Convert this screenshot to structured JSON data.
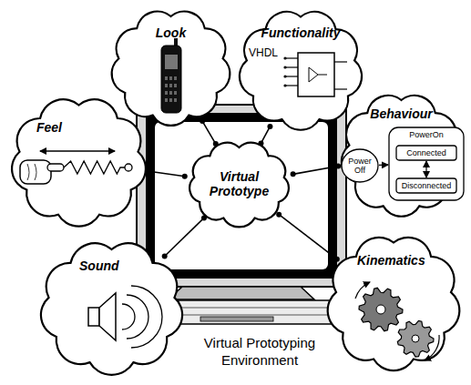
{
  "diagram": {
    "caption": "Virtual Prototyping Environment",
    "nodes": [
      {
        "text": [
          "Look"
        ]
      },
      {
        "text": [
          "Functionality",
          "VHDL"
        ]
      },
      {
        "text": [
          "Feel"
        ]
      },
      {
        "text": [
          "Virtual Prototype"
        ]
      },
      {
        "text": [
          "Behaviour"
        ]
      },
      {
        "text": [
          "Power Off"
        ],
        "in": 4
      },
      {
        "text": [
          "PowerOn"
        ],
        "in": 4
      },
      {
        "text": [
          "Connected"
        ],
        "in": 6
      },
      {
        "text": [
          "Disconnected"
        ],
        "in": 6
      },
      {
        "text": [
          "Sound"
        ]
      },
      {
        "text": [
          "Kinematics"
        ]
      }
    ],
    "edges": [
      {
        "from": 3,
        "to": 0,
        "arrow": "none"
      },
      {
        "from": 3,
        "to": 1,
        "arrow": "none"
      },
      {
        "from": 3,
        "to": 2,
        "arrow": "none"
      },
      {
        "from": 3,
        "to": 4,
        "arrow": "none"
      },
      {
        "from": 3,
        "to": 9,
        "arrow": "none"
      },
      {
        "from": 3,
        "to": 10,
        "arrow": "none"
      },
      {
        "from": 5,
        "to": 6,
        "arrow": "to"
      },
      {
        "from": 7,
        "to": 8,
        "arrow": "both"
      }
    ]
  }
}
